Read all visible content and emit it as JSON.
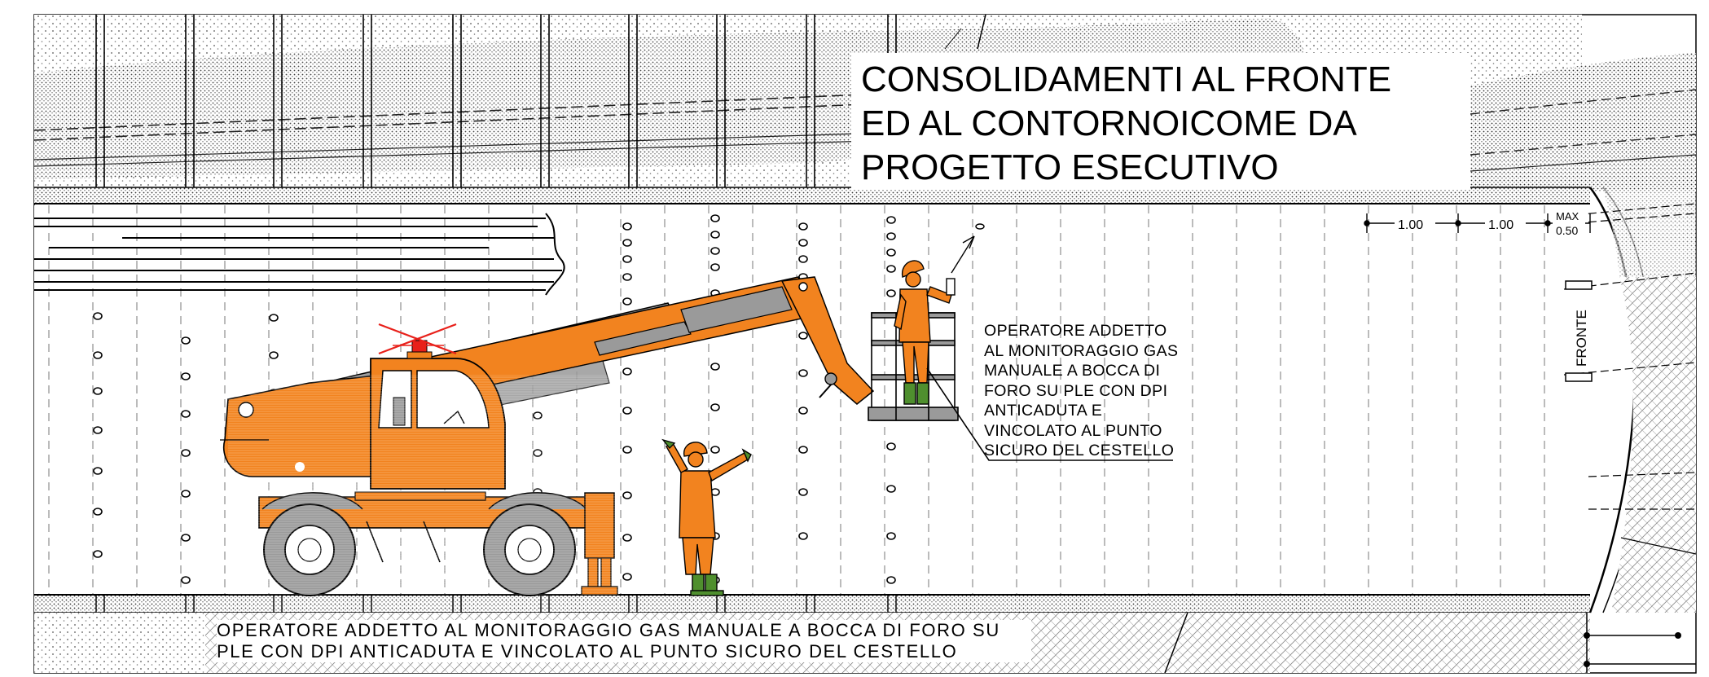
{
  "title": {
    "lines": [
      "CONSOLIDAMENTI AL FRONTE",
      "ED AL CONTORNOICOME DA",
      "PROGETTO ESECUTIVO"
    ]
  },
  "operator_note": {
    "lines": [
      "OPERATORE ADDETTO",
      "AL MONITORAGGIO GAS",
      "MANUALE A BOCCA DI",
      "FORO SU PLE CON DPI",
      "ANTICADUTA E",
      "VINCOLATO AL PUNTO",
      "SICURO DEL CESTELLO"
    ]
  },
  "bottom_note": {
    "lines": [
      "OPERATORE ADDETTO AL MONITORAGGIO GAS MANUALE A BOCCA DI FORO SU",
      "PLE CON DPI ANTICADUTA E VINCOLATO AL PUNTO SICURO DEL CESTELLO"
    ]
  },
  "dimensions": {
    "spacing_1": "1.00",
    "spacing_2": "1.00",
    "max_label": "MAX",
    "max_value": "0.50"
  },
  "face_label": "FRONTE",
  "colors": {
    "machine_orange": "#f2831f",
    "boom_grey": "#9a9a9a",
    "beacon_red": "#e8201a",
    "boot_green": "#4f8f2e",
    "line": "#000000"
  }
}
